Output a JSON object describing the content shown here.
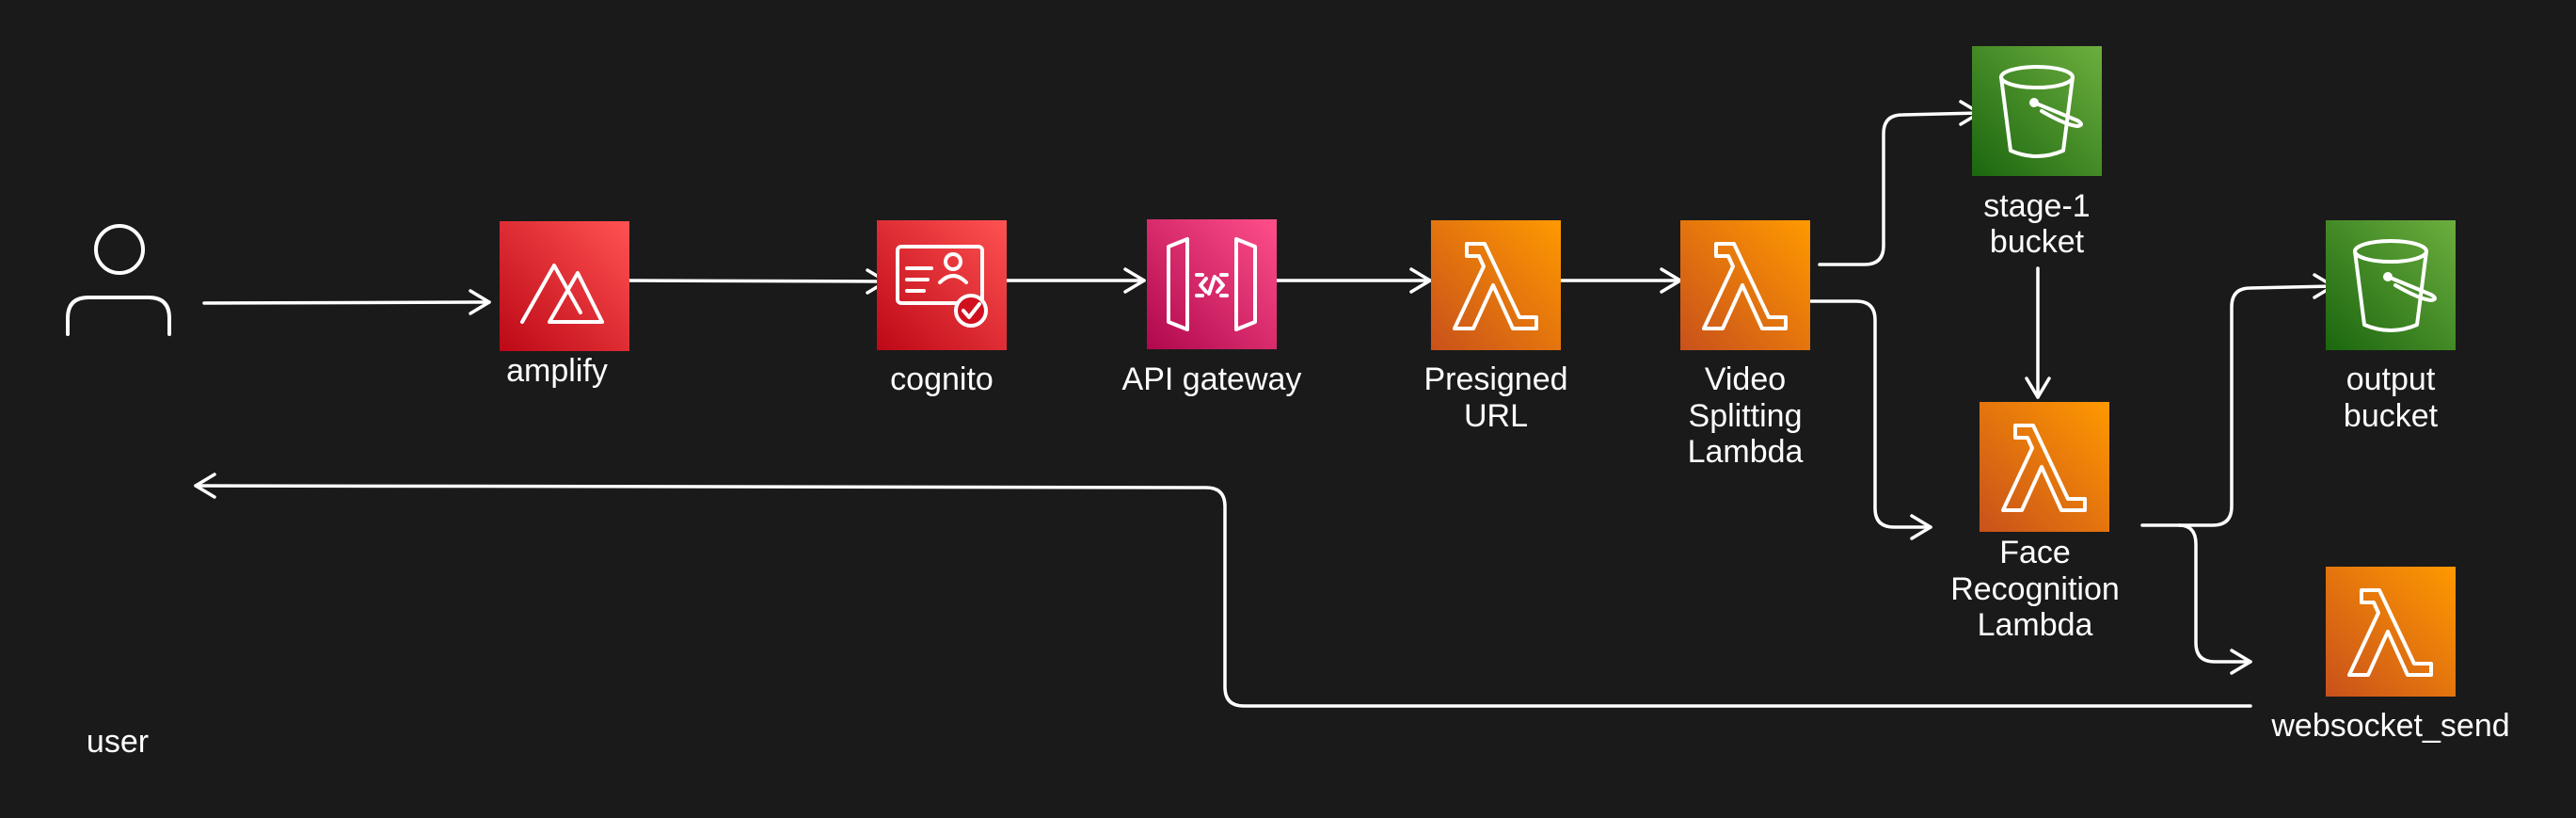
{
  "nodes": {
    "user": {
      "label": "user",
      "icon": "user-icon"
    },
    "amplify": {
      "label": "amplify",
      "icon": "amplify-icon",
      "color": "#e02435"
    },
    "cognito": {
      "label": "cognito",
      "icon": "cognito-icon",
      "color": "#e02435"
    },
    "api_gateway": {
      "label": "API gateway",
      "icon": "api-gateway-icon",
      "color": "#d51c6f"
    },
    "presigned_url": {
      "label_lines": [
        "Presigned",
        "URL"
      ],
      "icon": "lambda-icon",
      "color": "#ef7a1a"
    },
    "video_splitting": {
      "label_lines": [
        "Video",
        "Splitting",
        "Lambda"
      ],
      "icon": "lambda-icon",
      "color": "#ef7a1a"
    },
    "stage1_bucket": {
      "label_lines": [
        "stage-1",
        "bucket"
      ],
      "icon": "s3-bucket-icon",
      "color": "#3f8f25"
    },
    "face_recognition": {
      "label_lines": [
        "Face",
        "Recognition",
        "Lambda"
      ],
      "icon": "lambda-icon",
      "color": "#ef7a1a"
    },
    "output_bucket": {
      "label_lines": [
        "output",
        "bucket"
      ],
      "icon": "s3-bucket-icon",
      "color": "#3f8f25"
    },
    "websocket_send": {
      "label": "websocket_send",
      "icon": "lambda-icon",
      "color": "#ef7a1a"
    }
  },
  "edges": [
    {
      "from": "user",
      "to": "amplify"
    },
    {
      "from": "amplify",
      "to": "cognito"
    },
    {
      "from": "cognito",
      "to": "api_gateway"
    },
    {
      "from": "api_gateway",
      "to": "presigned_url"
    },
    {
      "from": "presigned_url",
      "to": "video_splitting"
    },
    {
      "from": "video_splitting",
      "to": "stage1_bucket"
    },
    {
      "from": "video_splitting",
      "to": "face_recognition"
    },
    {
      "from": "stage1_bucket",
      "to": "face_recognition"
    },
    {
      "from": "face_recognition",
      "to": "output_bucket"
    },
    {
      "from": "face_recognition",
      "to": "websocket_send"
    },
    {
      "from": "websocket_send",
      "to": "user"
    }
  ],
  "colors": {
    "background": "#1a1a1a",
    "line": "#ffffff"
  }
}
